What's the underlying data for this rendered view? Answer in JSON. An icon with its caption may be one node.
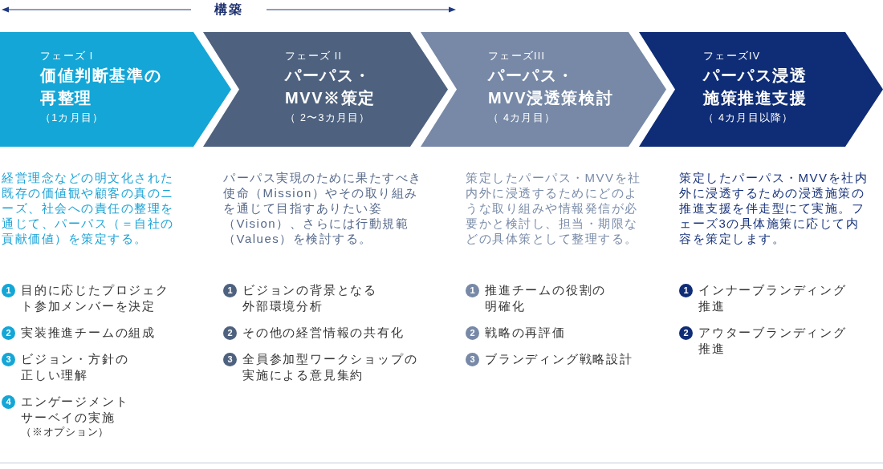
{
  "diagram": {
    "nodes": [
      {
        "text": [
          "フェーズ I",
          "価値判断基準の再整理",
          "（1カ月目）"
        ],
        "beside": [
          "経営理念などの明文化された既存の価値観や顧客の真のニーズ、社会への責任の整理を通じて、パーパス（＝自社の貢献価値）を策定する。"
        ]
      },
      {
        "text": [
          "1"
        ],
        "beside": [
          "目的に応じたプロジェクト参加メンバーを決定"
        ]
      },
      {
        "text": [
          "2"
        ],
        "beside": [
          "実装推進チームの組成"
        ]
      },
      {
        "text": [
          "3"
        ],
        "beside": [
          "ビジョン・方針の正しい理解"
        ]
      },
      {
        "text": [
          "4"
        ],
        "beside": [
          "エンゲージメントサーベイの実施",
          "（※オプション）"
        ]
      },
      {
        "text": [
          "フェーズ II",
          "パーパス・MVV※策定",
          "（ 2〜3カ月目）"
        ],
        "beside": [
          "パーパス実現のために果たすべき使命（Mission）やその取り組みを通じて目指すありたい姿（Vision）、さらには行動規範（Values）を検討する。"
        ]
      },
      {
        "text": [
          "1"
        ],
        "beside": [
          "ビジョンの背景となる外部環境分析"
        ]
      },
      {
        "text": [
          "2"
        ],
        "beside": [
          "その他の経営情報の共有化"
        ]
      },
      {
        "text": [
          "3"
        ],
        "beside": [
          "全員参加型ワークショップの実施による意見集約"
        ]
      },
      {
        "text": [
          "フェーズIII",
          "パーパス・MVV浸透策検討",
          "（ 4カ月目）"
        ],
        "beside": [
          "策定したパーパス・MVVを社内外に浸透するためにどのような取り組みや情報発信が必要かと検討し、担当・期限などの具体策として整理する。"
        ]
      },
      {
        "text": [
          "1"
        ],
        "beside": [
          "推進チームの役割の明確化"
        ]
      },
      {
        "text": [
          "2"
        ],
        "beside": [
          "戦略の再評価"
        ]
      },
      {
        "text": [
          "3"
        ],
        "beside": [
          "ブランディング戦略設計"
        ]
      },
      {
        "text": [
          "フェーズIV",
          "パーパス浸透施策推進支援",
          "（ 4カ月目以降）"
        ],
        "beside": [
          "策定したパーパス・MVVを社内外に浸透するための浸透施策の推進支援を伴走型にて実施。フェーズ3の具体施策に応じて内容を策定します。"
        ]
      },
      {
        "text": [
          "1"
        ],
        "beside": [
          "インナーブランディング推進"
        ]
      },
      {
        "text": [
          "2"
        ],
        "beside": [
          "アウターブランディング推進"
        ]
      }
    ],
    "labels": [
      "構築"
    ]
  }
}
